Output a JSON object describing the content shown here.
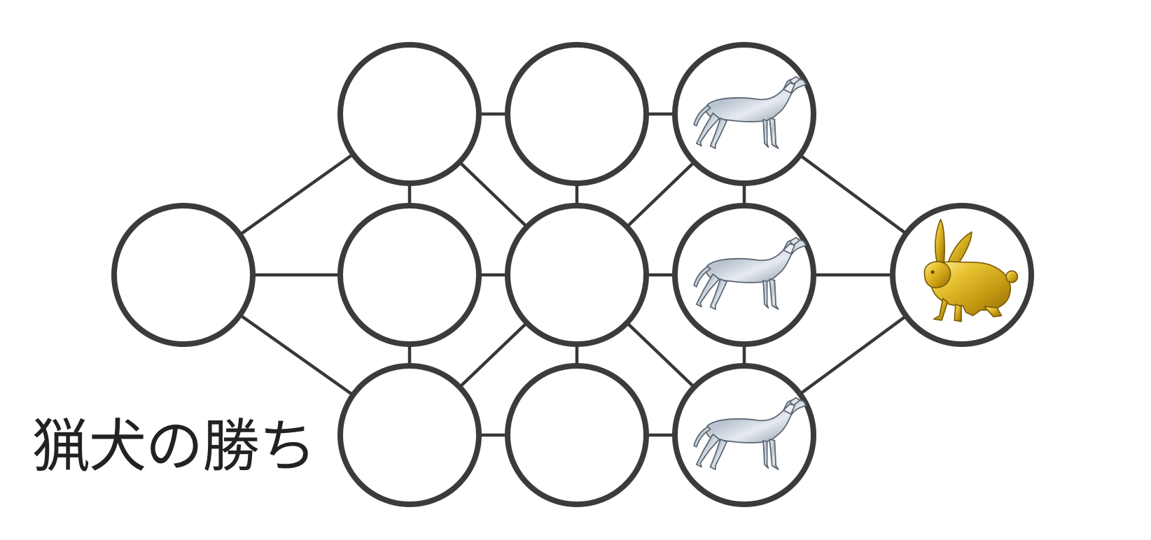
{
  "status_text": "猟犬の勝ち",
  "pieces": {
    "hound": "hound-piece-icon",
    "hare": "hare-piece-icon"
  },
  "colors": {
    "background": "#ffffff",
    "ring": "#3c3b3c",
    "edge": "#3a3637",
    "hound_silver": "#c9d2da",
    "hare_gold": "#d9b526"
  },
  "board": {
    "nodes": [
      {
        "id": "left",
        "piece": null
      },
      {
        "id": "t1",
        "piece": null
      },
      {
        "id": "t2",
        "piece": null
      },
      {
        "id": "t3",
        "piece": "hound"
      },
      {
        "id": "m1",
        "piece": null
      },
      {
        "id": "m2",
        "piece": null
      },
      {
        "id": "m3",
        "piece": "hound"
      },
      {
        "id": "b1",
        "piece": null
      },
      {
        "id": "b2",
        "piece": null
      },
      {
        "id": "b3",
        "piece": "hound"
      },
      {
        "id": "right",
        "piece": "hare"
      }
    ],
    "edges": [
      [
        "left",
        "t1"
      ],
      [
        "left",
        "m1"
      ],
      [
        "left",
        "b1"
      ],
      [
        "t1",
        "t2"
      ],
      [
        "t2",
        "t3"
      ],
      [
        "m1",
        "m2"
      ],
      [
        "m2",
        "m3"
      ],
      [
        "b1",
        "b2"
      ],
      [
        "b2",
        "b3"
      ],
      [
        "t1",
        "m1"
      ],
      [
        "m1",
        "b1"
      ],
      [
        "t2",
        "m2"
      ],
      [
        "m2",
        "b2"
      ],
      [
        "t3",
        "m3"
      ],
      [
        "m3",
        "b3"
      ],
      [
        "t1",
        "m2"
      ],
      [
        "t3",
        "m2"
      ],
      [
        "b1",
        "m2"
      ],
      [
        "b3",
        "m2"
      ],
      [
        "t3",
        "right"
      ],
      [
        "m3",
        "right"
      ],
      [
        "b3",
        "right"
      ]
    ]
  }
}
